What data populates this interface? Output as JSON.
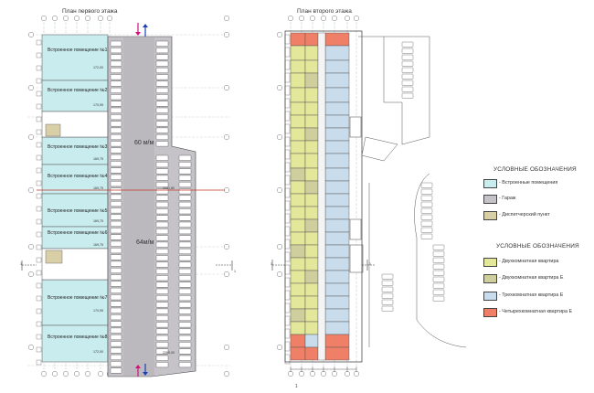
{
  "plan_first": {
    "title": "План первого этажа",
    "rooms": [
      {
        "label": "Встроенное помещение №1",
        "area": "172,00"
      },
      {
        "label": "Встроенное помещение №2",
        "area": "170,95"
      },
      {
        "label": "Встроенное помещение №3",
        "area": "169,75"
      },
      {
        "label": "Встроенное помещение №4",
        "area": "169,75"
      },
      {
        "label": "Встроенное помещение №5",
        "area": "169,75"
      },
      {
        "label": "Встроенное помещение №6",
        "area": "169,75"
      },
      {
        "label": "Встроенное помещение №7",
        "area": "170,95"
      },
      {
        "label": "Встроенное помещение №8",
        "area": "172,00"
      }
    ],
    "parking_upper": "60 м/м",
    "parking_lower": "64м/м",
    "parking_area_upper": "2051,80",
    "parking_area_lower": "2260,00",
    "section_mark": "1"
  },
  "plan_second": {
    "title": "План второго этажа",
    "section_mark": "1"
  },
  "legend_first": {
    "title": "УСЛОВНЫЕ ОБОЗНАЧЕНИЯ",
    "items": [
      {
        "label": "- Встроенные помещения",
        "color": "#c9ecee"
      },
      {
        "label": "- Гараж",
        "color": "#c5c3c8"
      },
      {
        "label": "- Диспетчерский пункт",
        "color": "#d8cfa6"
      }
    ]
  },
  "legend_second": {
    "title": "УСЛОВНЫЕ ОБОЗНАЧЕНИЯ",
    "items": [
      {
        "label": "- Двухкомнатная квартира",
        "color": "#e3e79a"
      },
      {
        "label": "- Двухкомнатная квартира Е",
        "color": "#cfcf9e"
      },
      {
        "label": "- Трехкомнатная квартира Е",
        "color": "#c9dcec"
      },
      {
        "label": "- Четырехкомнатная квартира Е",
        "color": "#ef8067"
      }
    ]
  },
  "page_number": "1"
}
